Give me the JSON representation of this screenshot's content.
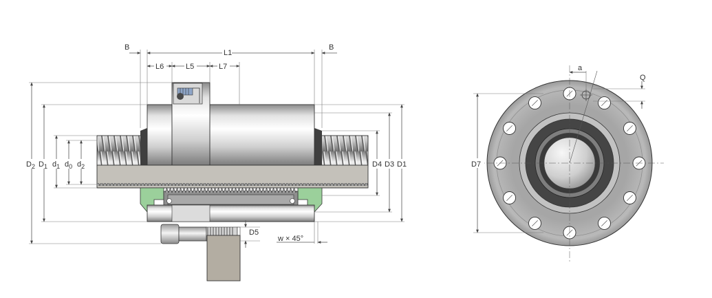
{
  "side_view": {
    "labels": {
      "B_left": "B",
      "B_right": "B",
      "L1": "L1",
      "L6": "L6",
      "L5": "L5",
      "L7": "L7",
      "D2": "D",
      "D2_sub": "2",
      "D1_left": "D",
      "D1_left_sub": "1",
      "d1": "d",
      "d1_sub": "1",
      "d0": "d",
      "d0_sub": "0",
      "d2": "d",
      "d2_sub": "2",
      "D4": "D4",
      "D3": "D3",
      "D1_right": "D1",
      "D5": "D5",
      "chamfer": "w × 45°"
    }
  },
  "front_view": {
    "labels": {
      "a": "a",
      "Q": "Q",
      "D7": "D7"
    }
  }
}
